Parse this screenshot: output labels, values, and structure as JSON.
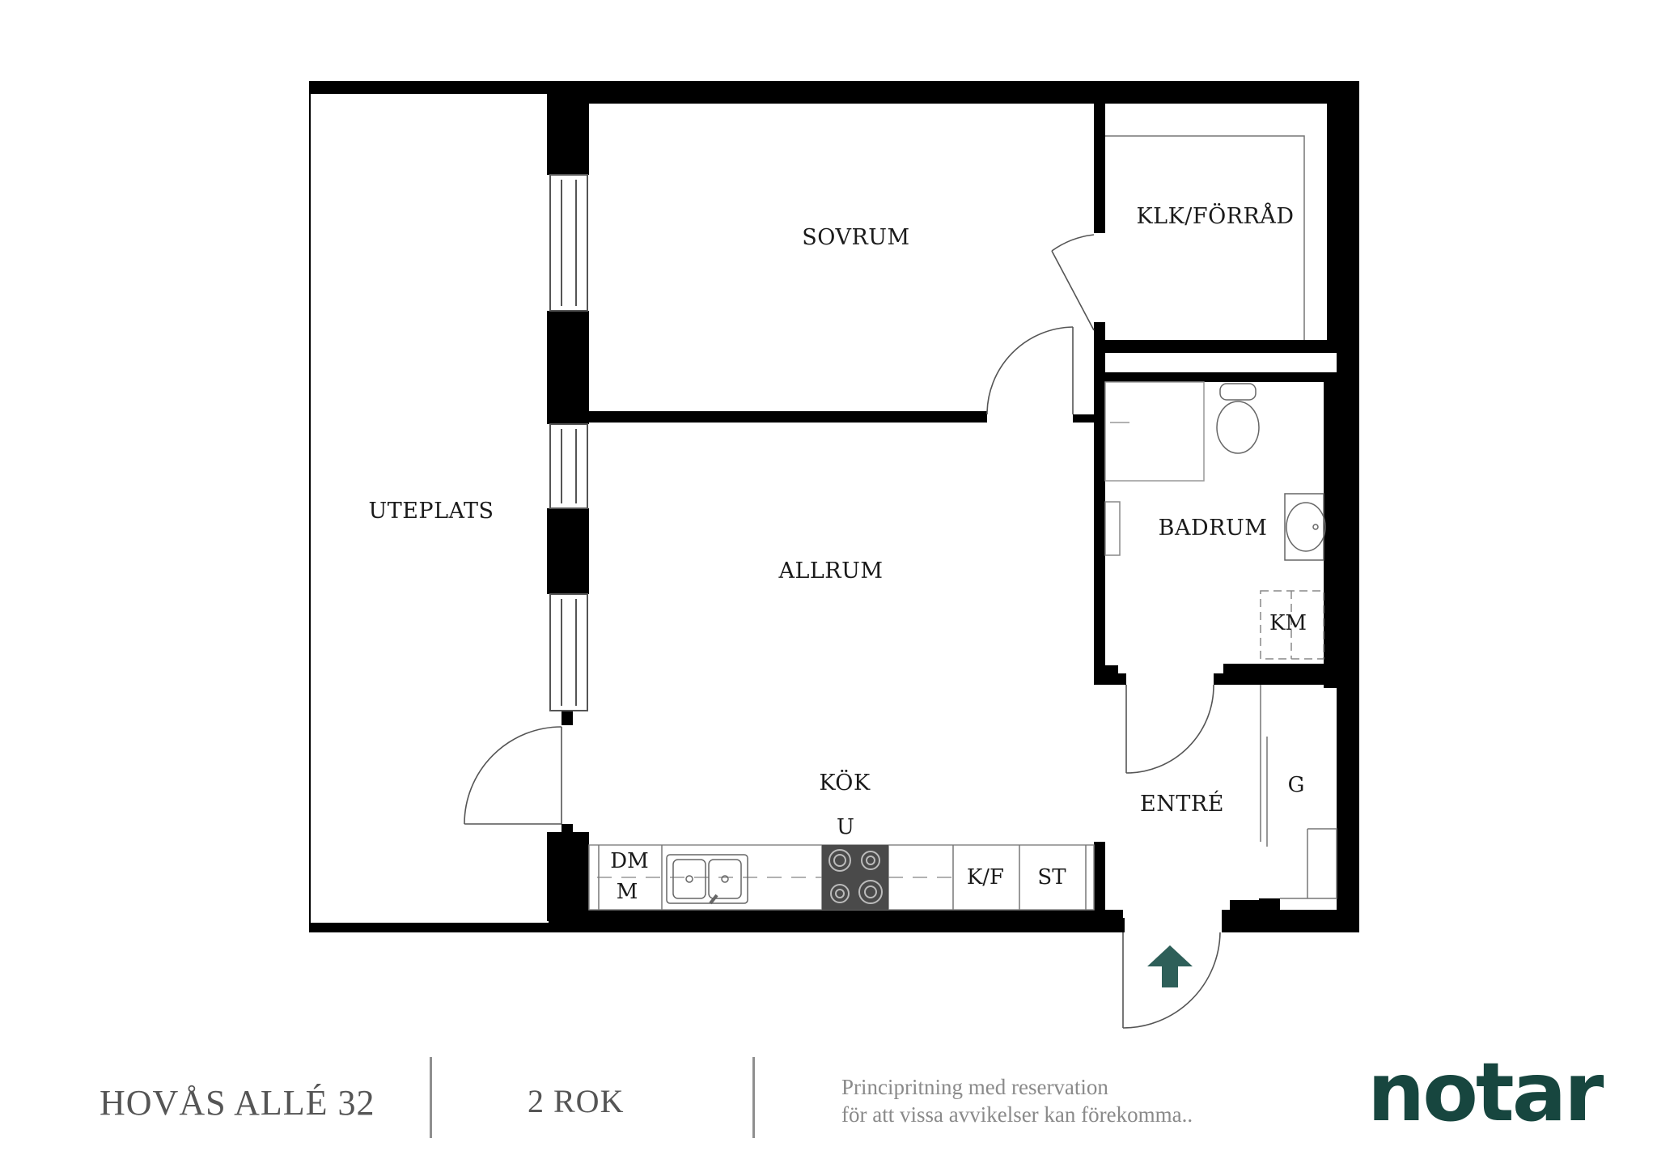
{
  "rooms": {
    "uteplats": "UTEPLATS",
    "sovrum": "SOVRUM",
    "klk_forrad": "KLK/FÖRRÅD",
    "allrum": "ALLRUM",
    "badrum": "BADRUM",
    "kok": "KÖK",
    "entre": "ENTRÉ"
  },
  "fixtures": {
    "km": "KM",
    "g": "G",
    "u": "U",
    "dm": "DM",
    "m": "M",
    "kf": "K/F",
    "st": "ST"
  },
  "footer": {
    "address": "HOVÅS ALLÉ 32",
    "rooms": "2 ROK",
    "disclaimer_line1": "Principritning med reservation",
    "disclaimer_line2": "för att vissa avvikelser kan förekomma..",
    "logo": "notar"
  },
  "colors": {
    "wall": "#000000",
    "brand": "#17463f",
    "stove": "#4a4a4a"
  }
}
